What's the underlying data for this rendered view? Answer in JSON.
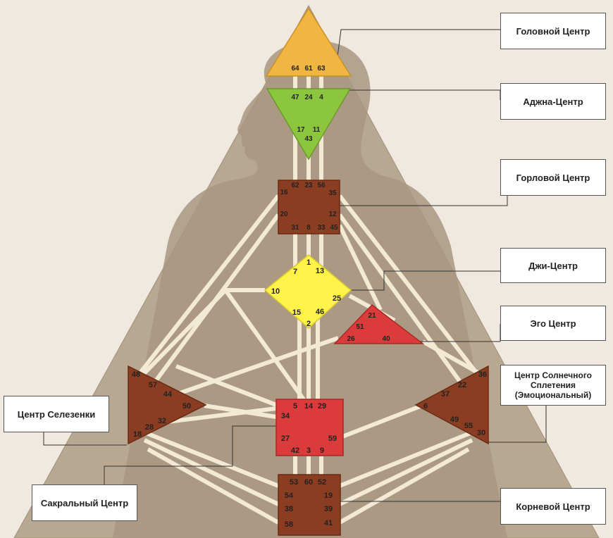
{
  "colors": {
    "background": "#efe9e0",
    "triangle": "#b9a891",
    "silhouette": "#a89680",
    "head": "#f1b542",
    "ajna": "#8cc63f",
    "brown": "#8b3d22",
    "yellow": "#fff34a",
    "red": "#dc3b3b",
    "channel": "#f3ead6"
  },
  "labels": {
    "head": "Головной Центр",
    "ajna": "Аджна-Центр",
    "throat": "Горловой Центр",
    "g": "Джи-Центр",
    "ego": "Эго Центр",
    "solar": "Центр Солнечного Сплетения (Эмоциональный)",
    "spleen": "Центр Селезенки",
    "sacral": "Сакральный Центр",
    "root": "Корневой Центр"
  },
  "gates": {
    "head": [
      "64",
      "61",
      "63"
    ],
    "ajna": [
      "47",
      "24",
      "4",
      "17",
      "11",
      "43"
    ],
    "throat": [
      "62",
      "23",
      "56",
      "16",
      "35",
      "20",
      "12",
      "31",
      "8",
      "33",
      "45"
    ],
    "g": [
      "1",
      "7",
      "13",
      "10",
      "25",
      "15",
      "46",
      "2"
    ],
    "ego": [
      "21",
      "51",
      "26",
      "40"
    ],
    "spleen": [
      "48",
      "57",
      "44",
      "50",
      "32",
      "28",
      "18"
    ],
    "solar": [
      "36",
      "22",
      "37",
      "6",
      "49",
      "55",
      "30"
    ],
    "sacral": [
      "5",
      "14",
      "29",
      "34",
      "27",
      "59",
      "42",
      "3",
      "9"
    ],
    "root": [
      "53",
      "60",
      "52",
      "54",
      "19",
      "38",
      "39",
      "58",
      "41"
    ]
  }
}
